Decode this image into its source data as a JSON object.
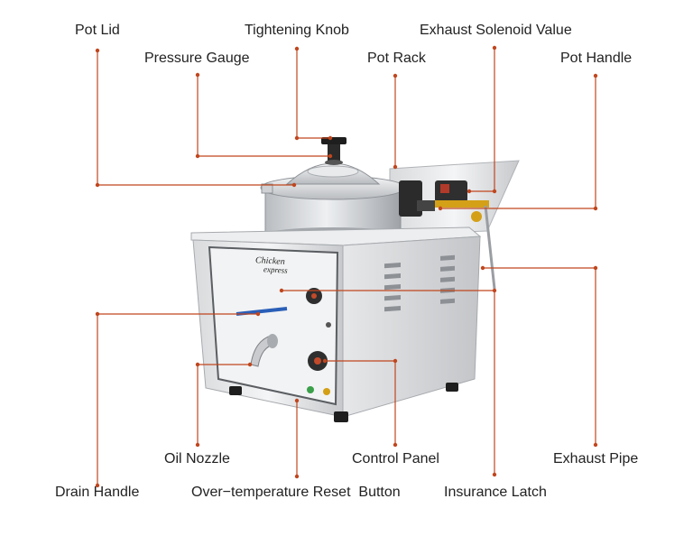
{
  "accent_color": "#c0461e",
  "product": {
    "brand_line1": "Chicken",
    "brand_line2": "express"
  },
  "labels": {
    "pot_lid": "Pot Lid",
    "pressure_gauge": "Pressure Gauge",
    "tightening_knob": "Tightening Knob",
    "pot_rack": "Pot Rack",
    "exhaust_solenoid_value": "Exhaust Solenoid Value",
    "pot_handle": "Pot Handle",
    "drain_handle": "Drain Handle",
    "oil_nozzle": "Oil Nozzle",
    "over_temperature_reset_button": "Over−temperature Reset  Button",
    "control_panel": "Control Panel",
    "insurance_latch": "Insurance Latch",
    "exhaust_pipe": "Exhaust Pipe"
  }
}
